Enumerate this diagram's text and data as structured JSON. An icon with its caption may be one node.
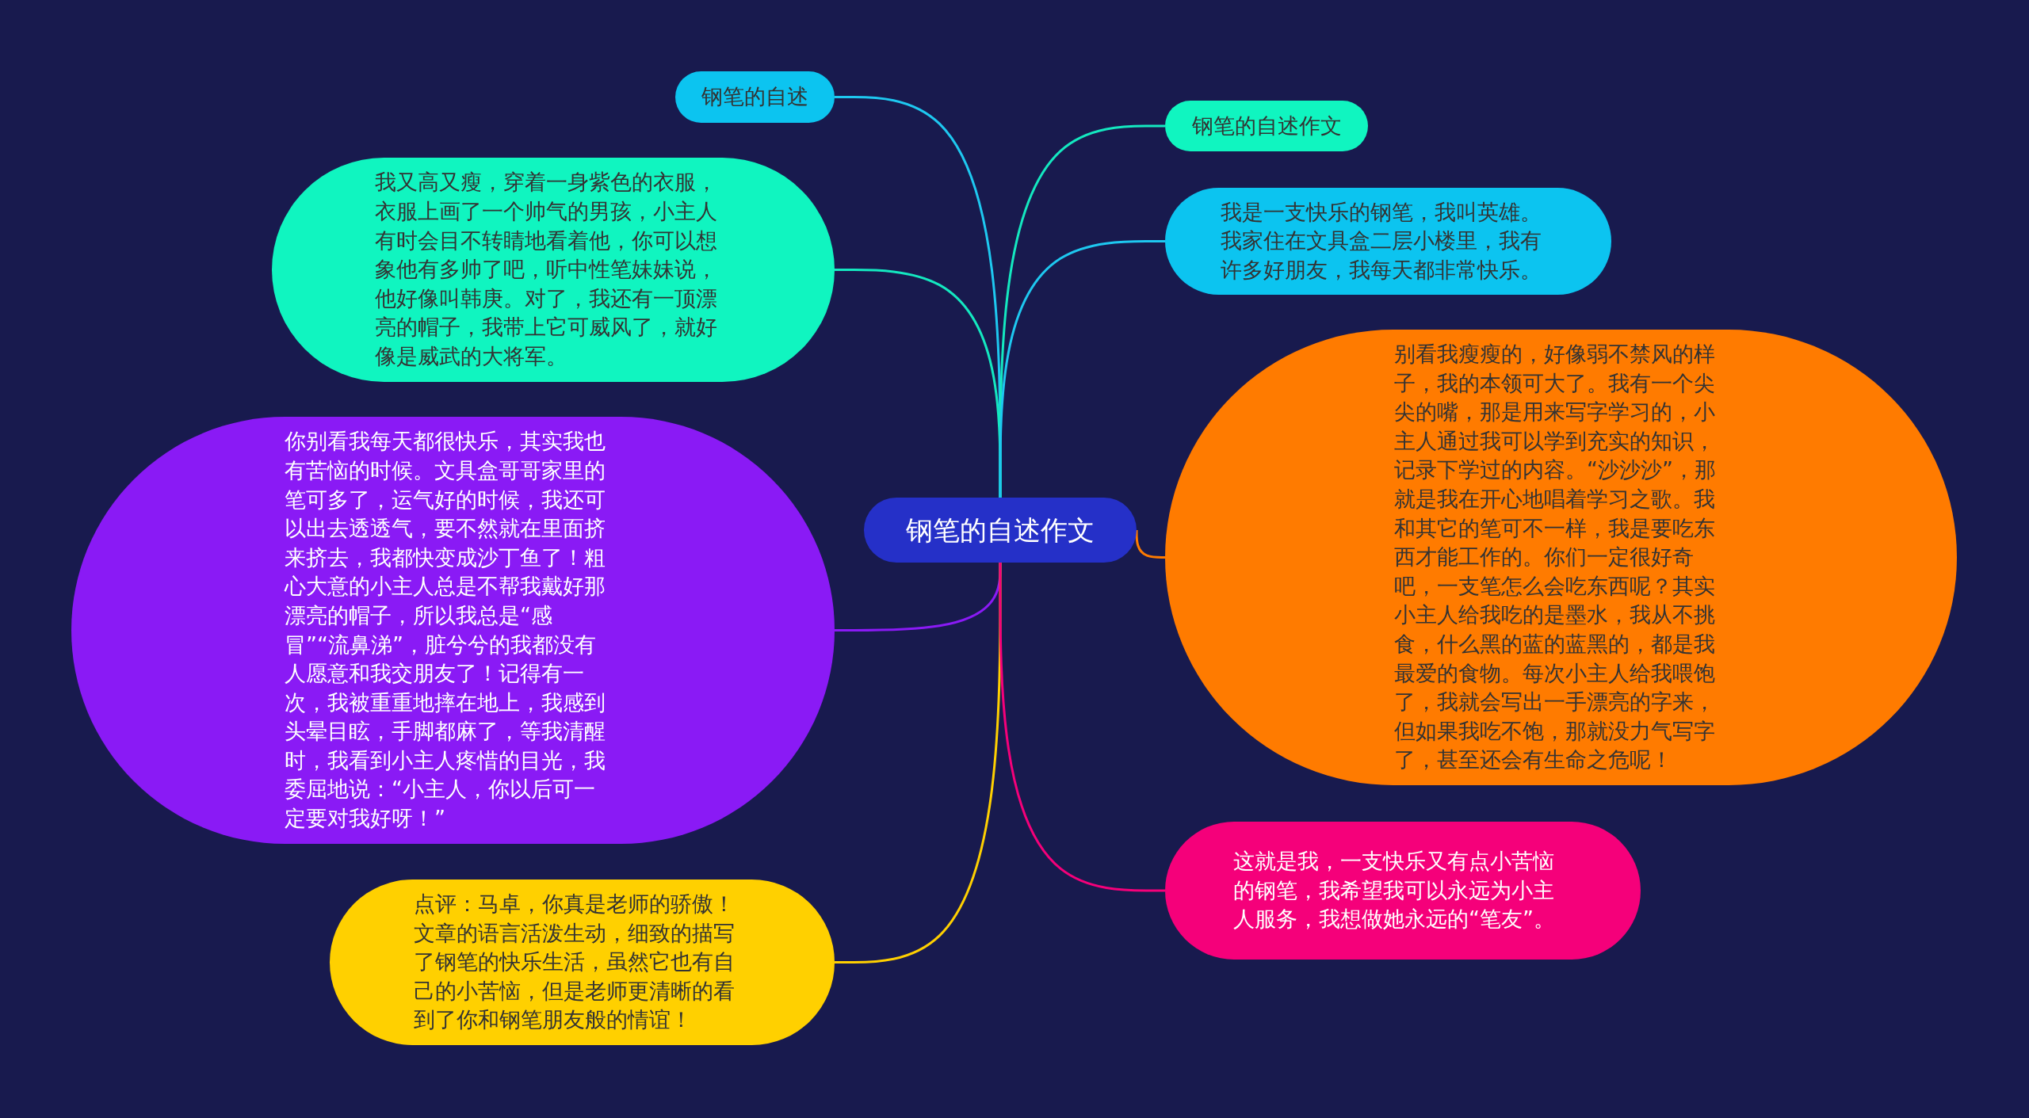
{
  "diagram": {
    "nodes": [
      {
        "text": [
          "钢笔的自述作文"
        ]
      },
      {
        "text": [
          "钢笔的自述"
        ]
      },
      {
        "text": [
          "我又高又瘦，穿着一身紫色的衣服，衣服上画了一个帅气的男孩，小主人有时会目不转睛地看着他，你可以想象他有多帅了吧，听中性笔妹妹说，他好像叫韩庚。对了，我还有一顶漂亮的帽子，我带上它可威风了，就好像是威武的大将军。"
        ]
      },
      {
        "text": [
          "你别看我每天都很快乐，其实我也有苦恼的时候。文具盒哥哥家里的笔可多了，运气好的时候，我还可以出去透透气，要不然就在里面挤来挤去，我都快变成沙丁鱼了！粗心大意的小主人总是不帮我戴好那漂亮的帽子，所以我总是“感冒”“流鼻涕”，脏兮兮的我都没有人愿意和我交朋友了！记得有一次，我被重重地摔在地上，我感到头晕目眩，手脚都麻了，等我清醒时，我看到小主人疼惜的目光，我委屈地说：“小主人，你以后可一定要对我好呀！”"
        ]
      },
      {
        "text": [
          "点评：马卓，你真是老师的骄傲！文章的语言活泼生动，细致的描写了钢笔的快乐生活，虽然它也有自己的小苦恼，但是老师更清晰的看到了你和钢笔朋友般的情谊！"
        ]
      },
      {
        "text": [
          "钢笔的自述作文"
        ]
      },
      {
        "text": [
          "我是一支快乐的钢笔，我叫英雄。我家住在文具盒二层小楼里，我有许多好朋友，我每天都非常快乐。"
        ]
      },
      {
        "text": [
          "别看我瘦瘦的，好像弱不禁风的样子，我的本领可大了。我有一个尖尖的嘴，那是用来写字学习的，小主人通过我可以学到充实的知识，记录下学过的内容。“沙沙沙”，那就是我在开心地唱着学习之歌。我和其它的笔可不一样，我是要吃东西才能工作的。你们一定很好奇吧，一支笔怎么会吃东西呢？其实小主人给我吃的是墨水，我从不挑食，什么黑的蓝的蓝黑的，都是我最爱的食物。每次小主人给我喂饱了，我就会写出一手漂亮的字来，但如果我吃不饱，那就没力气写字了，甚至还会有生命之危呢！"
        ]
      },
      {
        "text": [
          "这就是我，一支快乐又有点小苦恼的钢笔，我希望我可以永远为小主人服务，我想做她永远的“笔友”。"
        ]
      }
    ],
    "edges": [
      {
        "from": 0,
        "to": 1,
        "arrow": "none",
        "color": "#1ec8f0"
      },
      {
        "from": 0,
        "to": 2,
        "arrow": "none",
        "color": "#14e8c0"
      },
      {
        "from": 0,
        "to": 3,
        "arrow": "none",
        "color": "#8a1af5"
      },
      {
        "from": 0,
        "to": 4,
        "arrow": "none",
        "color": "#ffd000"
      },
      {
        "from": 0,
        "to": 5,
        "arrow": "none",
        "color": "#14e8c0"
      },
      {
        "from": 0,
        "to": 6,
        "arrow": "none",
        "color": "#1ec8f0"
      },
      {
        "from": 0,
        "to": 7,
        "arrow": "none",
        "color": "#ff7b00"
      },
      {
        "from": 0,
        "to": 8,
        "arrow": "none",
        "color": "#f5007a"
      }
    ]
  }
}
